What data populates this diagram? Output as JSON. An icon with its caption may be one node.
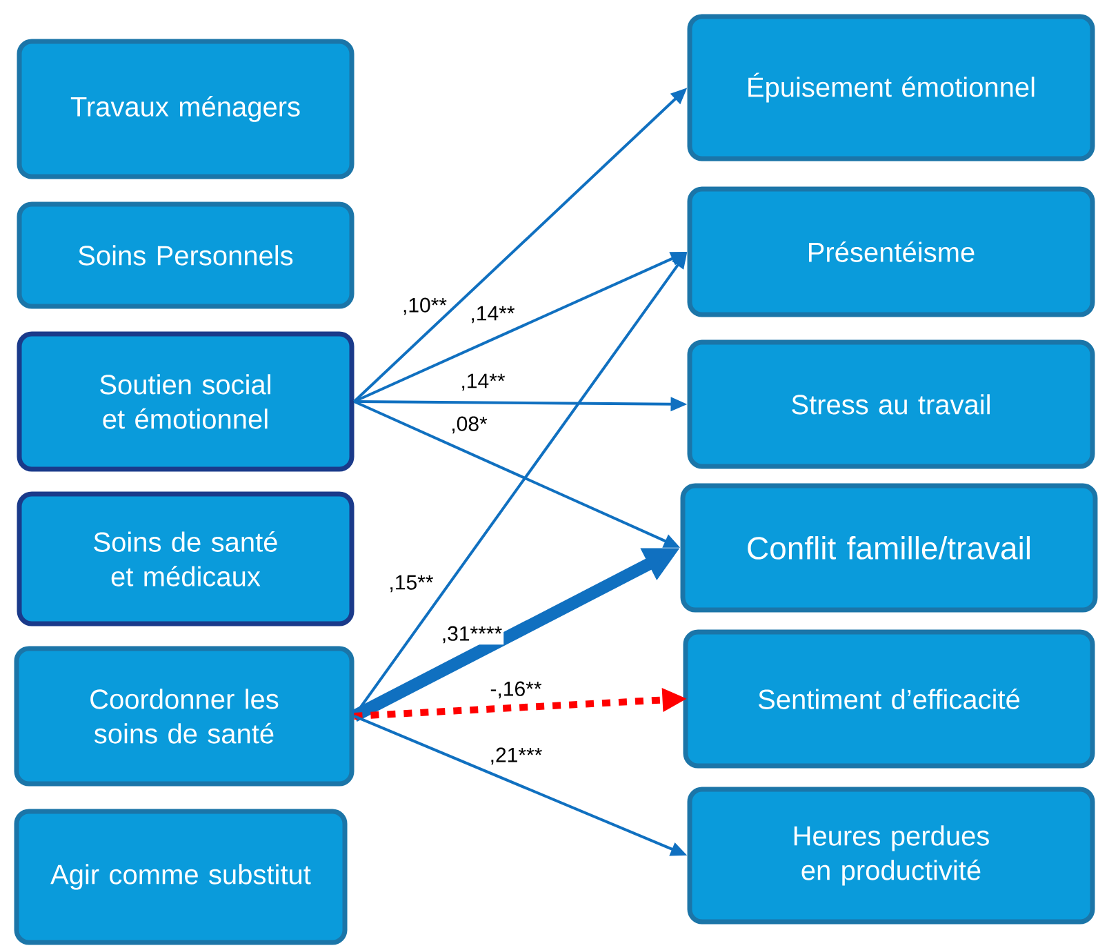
{
  "diagram": {
    "nodes": [
      {
        "text": [
          "Travaux ménagers"
        ]
      },
      {
        "text": [
          "Soins Personnels"
        ]
      },
      {
        "text": [
          "Soutien social et émotionnel"
        ]
      },
      {
        "text": [
          "Soins de santé et médicaux"
        ]
      },
      {
        "text": [
          "Coordonner les soins de santé"
        ]
      },
      {
        "text": [
          "Agir comme substitut"
        ]
      },
      {
        "text": [
          "Épuisement émotionnel"
        ]
      },
      {
        "text": [
          "Présentéisme"
        ]
      },
      {
        "text": [
          "Stress au travail"
        ]
      },
      {
        "text": [
          "Conflit famille/travail"
        ]
      },
      {
        "text": [
          "Sentiment d’efficacité"
        ]
      },
      {
        "text": [
          "Heures perdues en productivité"
        ]
      }
    ],
    "edges": [
      {
        "from": 2,
        "to": 6,
        "arrow": "to",
        "label": ",10**"
      },
      {
        "from": 2,
        "to": 7,
        "arrow": "to",
        "label": ",14**"
      },
      {
        "from": 2,
        "to": 8,
        "arrow": "to",
        "label": ",14**"
      },
      {
        "from": 2,
        "to": 9,
        "arrow": "to",
        "label": ",08*"
      },
      {
        "from": 4,
        "to": 7,
        "arrow": "to",
        "label": ",15**"
      },
      {
        "from": 4,
        "to": 9,
        "arrow": "to",
        "label": ",31****",
        "style": "thick"
      },
      {
        "from": 4,
        "to": 10,
        "arrow": "to",
        "label": "-,16**",
        "style": "dashed",
        "color": "#ff0000"
      },
      {
        "from": 4,
        "to": 11,
        "arrow": "to",
        "label": ",21***"
      }
    ]
  }
}
